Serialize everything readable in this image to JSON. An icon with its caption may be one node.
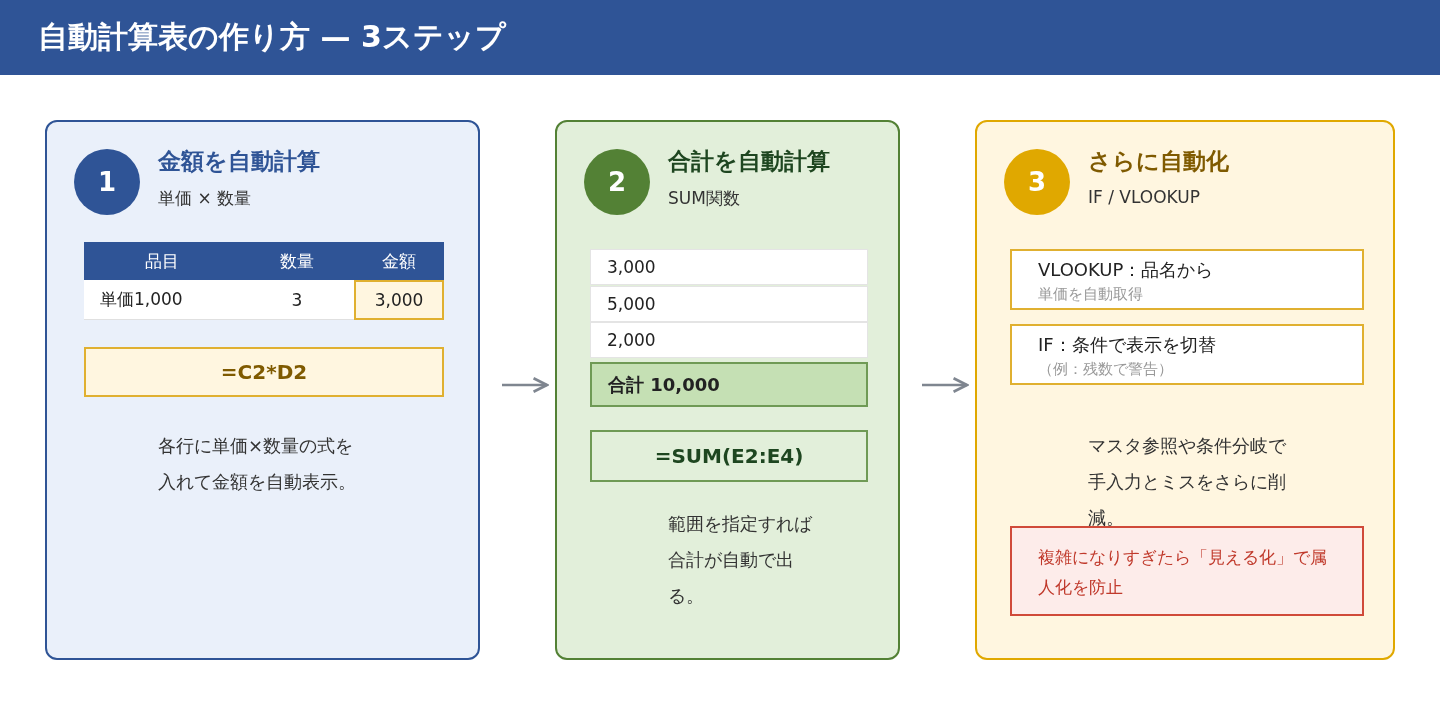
{
  "diagram": {
    "title": "自動計算表の作り方 — 3ステップ",
    "nodes": [
      {
        "text": [
          "金額を自動計算",
          "単価 × 数量",
          "各行に単価×数量の式を入れて金額を自動表示。"
        ]
      },
      {
        "text": [
          "1"
        ],
        "in": 0
      },
      {
        "text": [
          "=C2*D2"
        ],
        "in": 0
      },
      {
        "text": [
          "合計を自動計算",
          "SUM関数",
          "範囲を指定すれば合計が自動で出る。"
        ]
      },
      {
        "text": [
          "2"
        ],
        "in": 3
      },
      {
        "text": [
          "3,000"
        ],
        "in": 3
      },
      {
        "text": [
          "5,000"
        ],
        "in": 3
      },
      {
        "text": [
          "2,000"
        ],
        "in": 3
      },
      {
        "text": [
          "合計 10,000"
        ],
        "in": 3
      },
      {
        "text": [
          "=SUM(E2:E4)"
        ],
        "in": 3
      },
      {
        "text": [
          "さらに自動化",
          "IF / VLOOKUP",
          "マスタ参照や条件分岐で手入力とミスをさらに削減。"
        ]
      },
      {
        "text": [
          "3"
        ],
        "in": 10
      },
      {
        "text": [
          "VLOOKUP：品名から",
          "単価を自動取得"
        ],
        "in": 10
      },
      {
        "text": [
          "IF：条件で表示を切替",
          "（例：残数で警告）"
        ],
        "in": 10
      },
      {
        "text": [
          "複雑になりすぎたら「見える化」で属人化を防止"
        ],
        "in": 10
      }
    ],
    "edges": [
      {
        "from": 0,
        "to": 3,
        "arrow": "to"
      },
      {
        "from": 3,
        "to": 10,
        "arrow": "to"
      }
    ],
    "labels": [
      "品目",
      "数量",
      "金額",
      "単価1,000",
      "3",
      "3,000"
    ]
  }
}
